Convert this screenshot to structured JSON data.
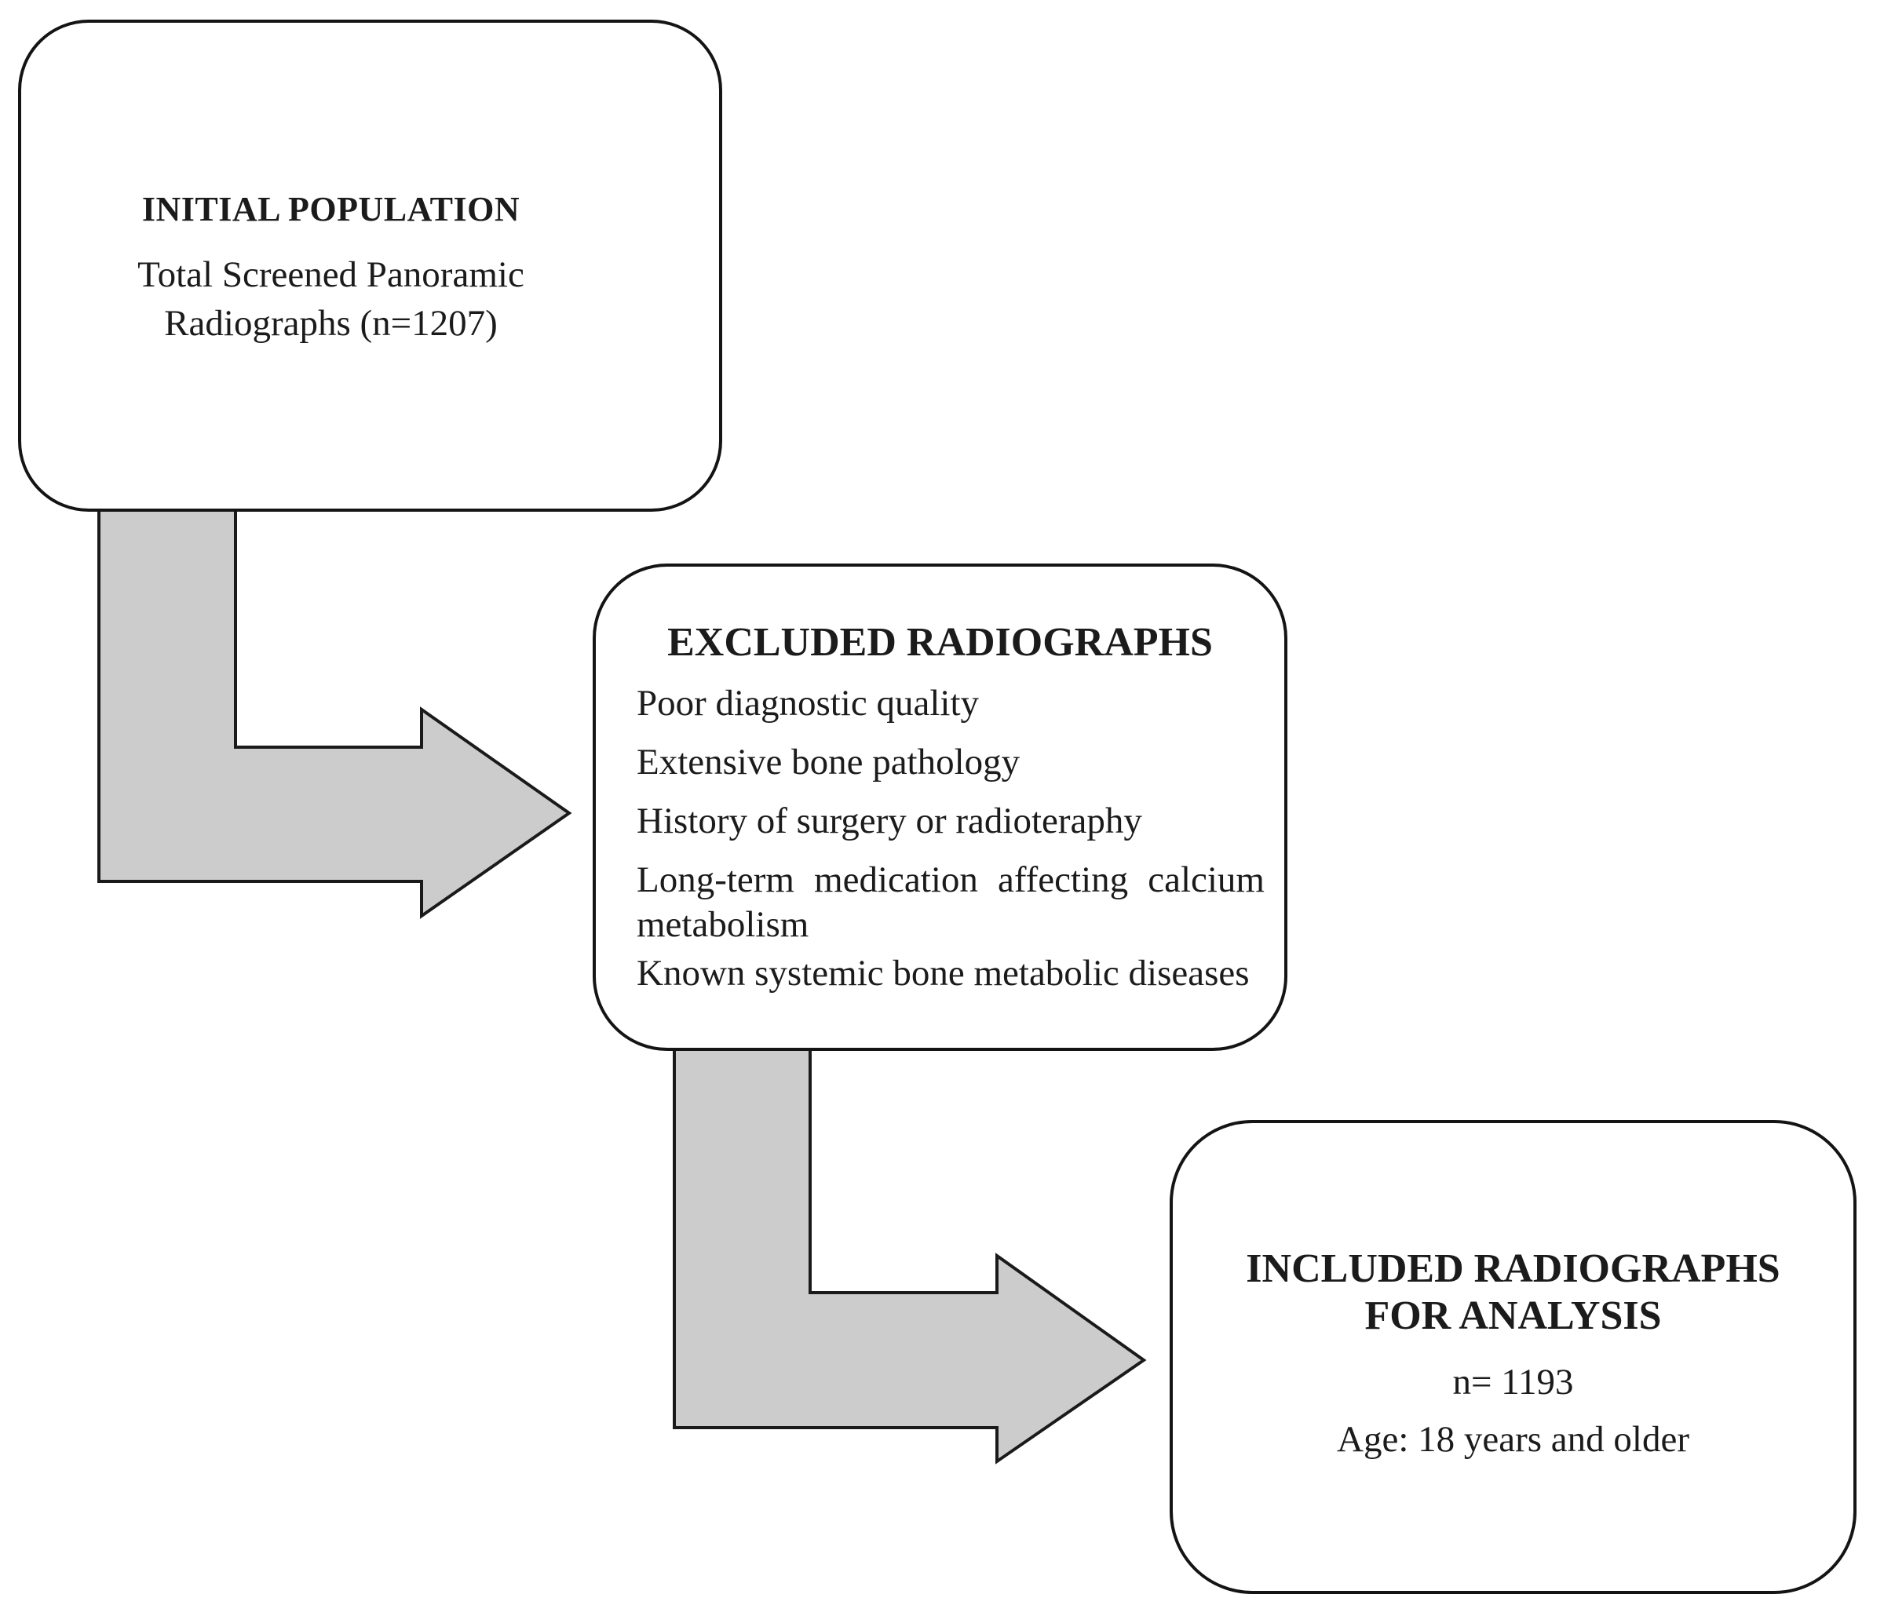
{
  "figure": {
    "type": "study-flowchart",
    "colors": {
      "arrow_fill": "#cccccc",
      "arrow_stroke": "#1a1a1a",
      "box_border": "#141414",
      "text": "#1b1b1b",
      "background": "#ffffff"
    },
    "initial_population": {
      "title": "INITIAL POPULATION",
      "line1": "Total Screened Panoramic",
      "line2": "Radiographs (n=1207)"
    },
    "excluded_radiographs": {
      "title": "EXCLUDED RADIOGRAPHS",
      "items": [
        "Poor diagnostic quality",
        "Extensive bone pathology",
        "History of surgery or radioteraphy",
        "Long-term medication affecting calcium metabolism",
        "Known systemic bone metabolic diseases"
      ]
    },
    "included_radiographs": {
      "title_line1": "INCLUDED RADIOGRAPHS",
      "title_line2": "FOR ANALYSIS",
      "n_line": "n= 1193",
      "age_line": "Age: 18 years and older"
    }
  }
}
